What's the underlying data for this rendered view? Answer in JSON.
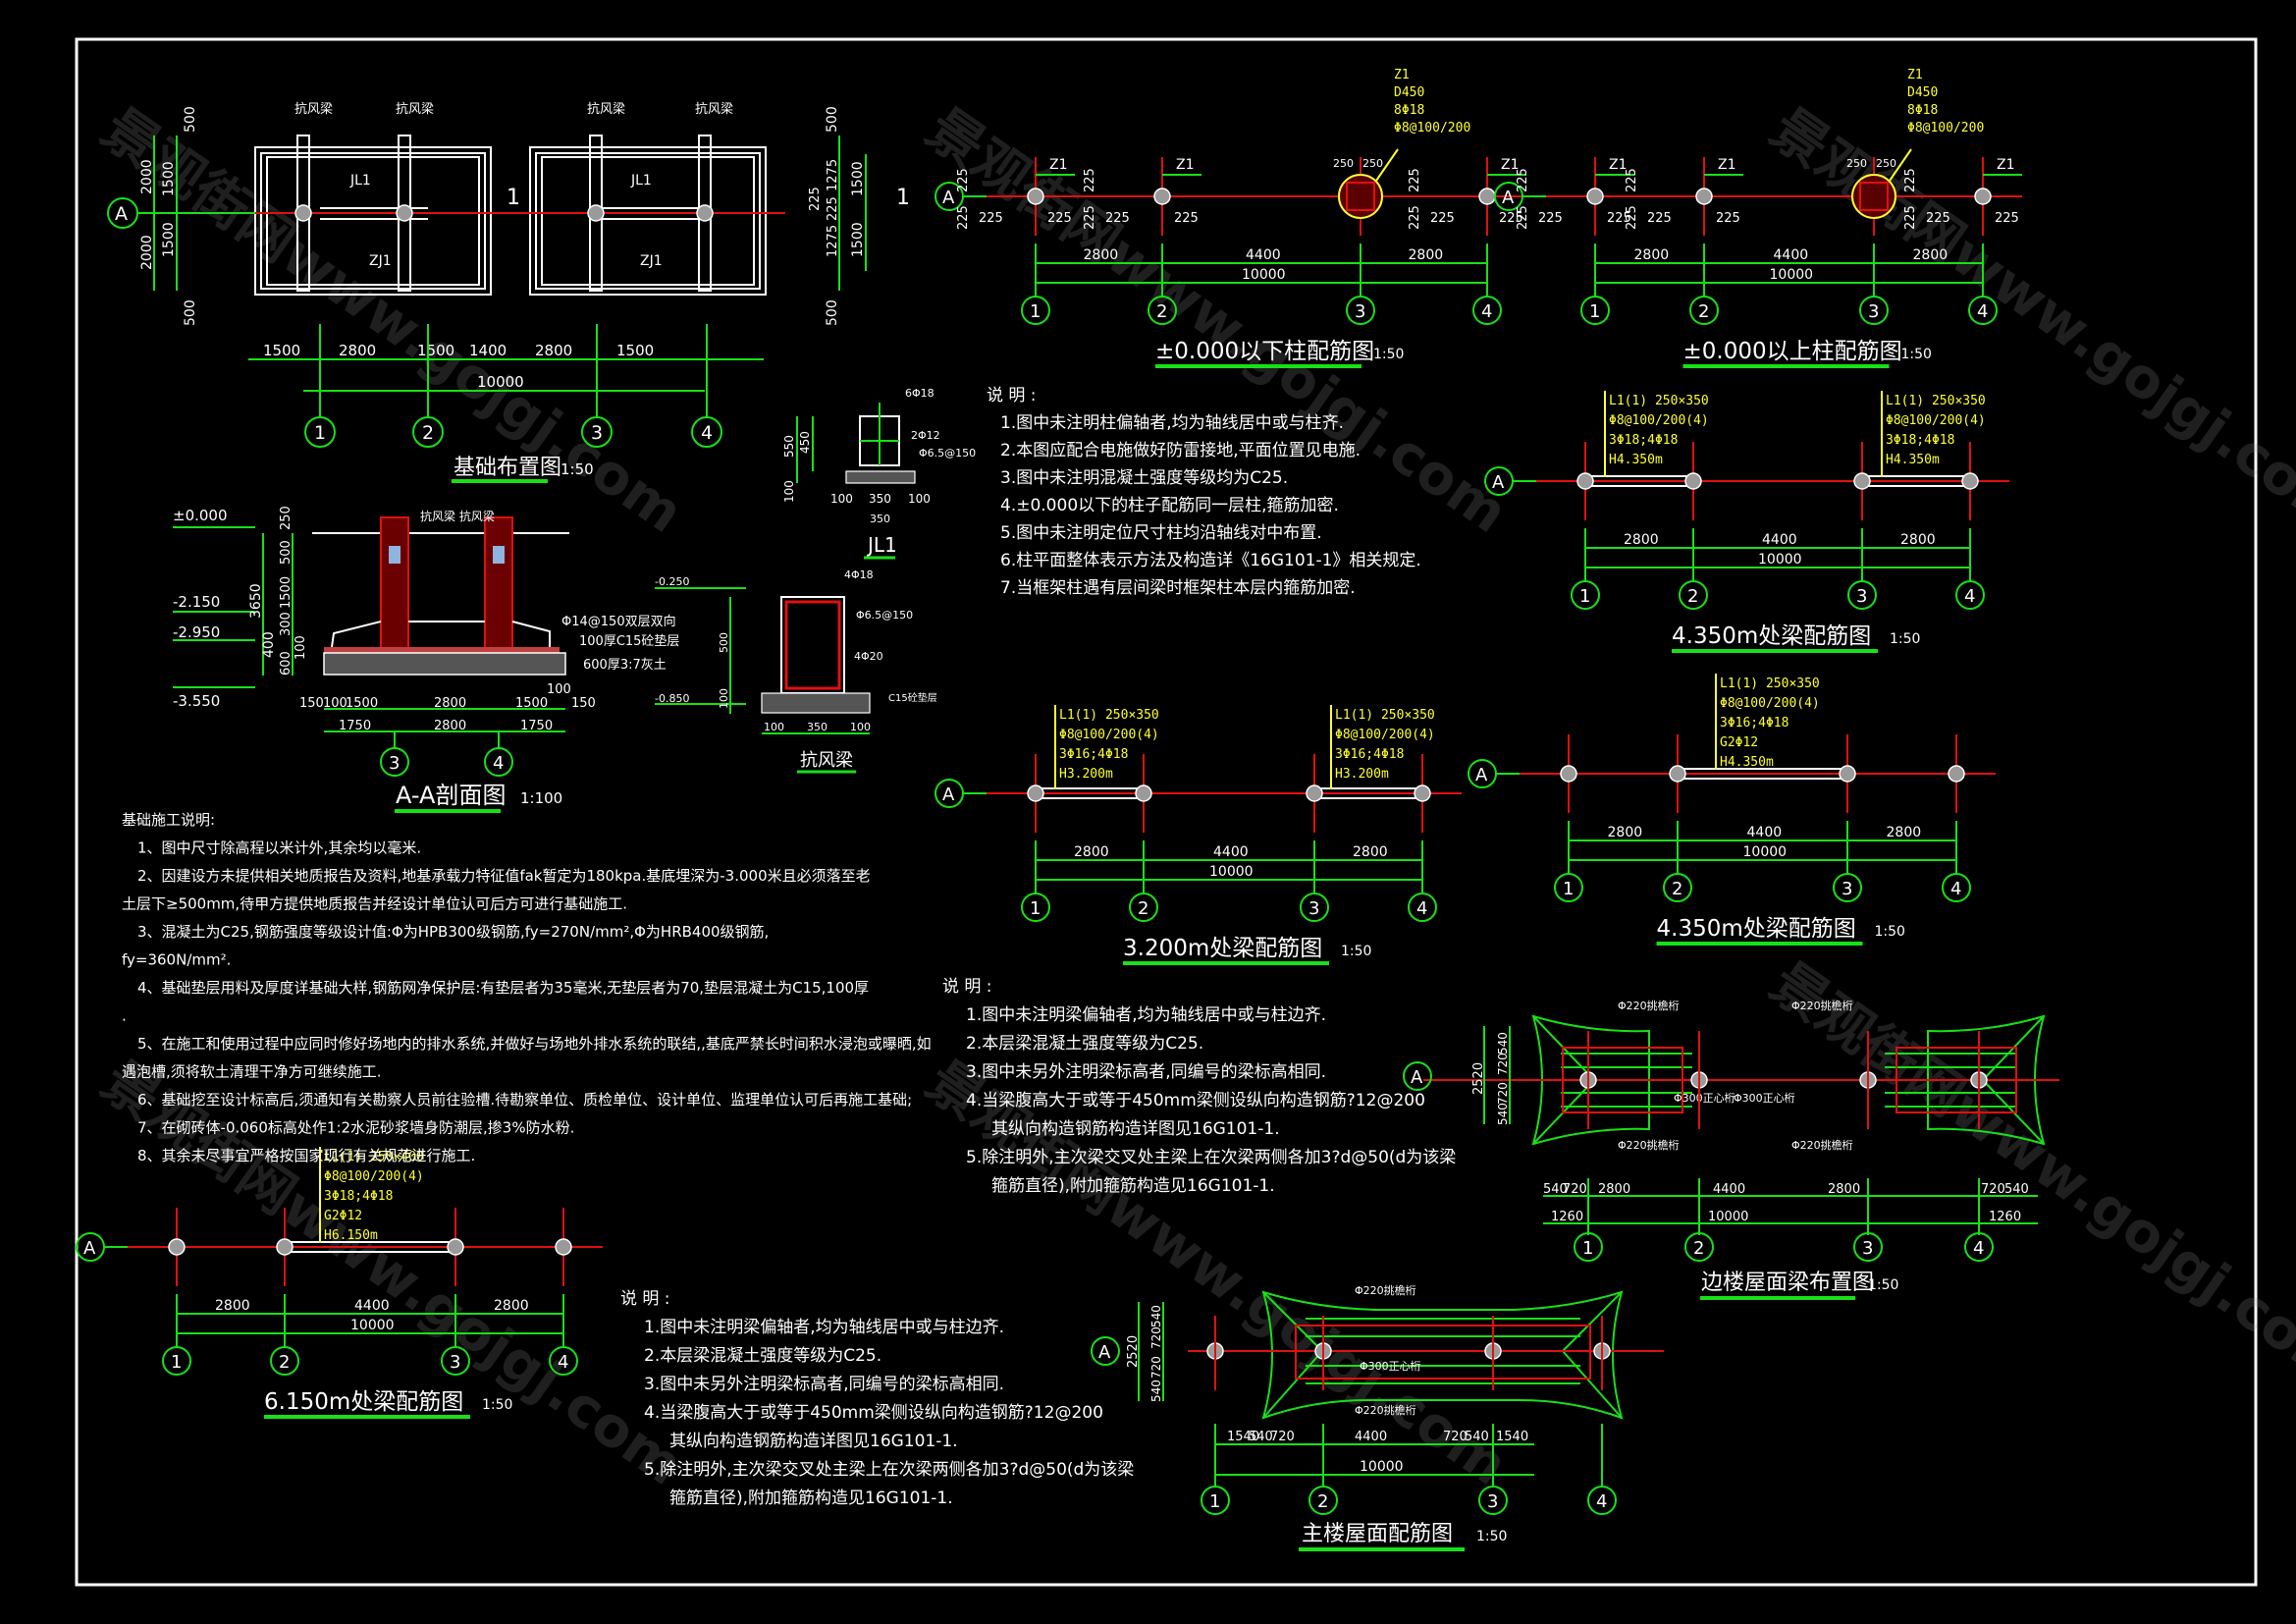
{
  "sheet": {
    "watermark": "景观街网www.gojgj.com",
    "border_color": "#ffffff",
    "background": "#000000"
  },
  "colors": {
    "axis": "#e01010",
    "dim": "#18e018",
    "outline": "#ffffff",
    "label": "#ffff33",
    "column": "#9a9a9a"
  },
  "axes": {
    "row": "A",
    "cols": [
      "1",
      "2",
      "3",
      "4"
    ]
  },
  "foundation_plan": {
    "title": "基础布置图",
    "scale": "1:50",
    "beam_tags": [
      "抗风梁",
      "抗风梁",
      "抗风梁",
      "抗风梁"
    ],
    "jl_label": "JL1",
    "zj_label": "ZJ1",
    "section_mark": "1",
    "dims_bottom": [
      "1500",
      "2800",
      "1500",
      "1400",
      "2800",
      "1500"
    ],
    "dim_total": "10000",
    "dims_left_outer": [
      "2000",
      "2000"
    ],
    "dims_left_inner": [
      "1500",
      "1500"
    ],
    "dims_left_end": [
      "500",
      "500"
    ],
    "dims_right_outer": [
      "1275",
      "225",
      "225",
      "1275"
    ],
    "dims_right_inner": [
      "1500",
      "1500"
    ],
    "dims_right_end": [
      "500",
      "500"
    ]
  },
  "section_aa": {
    "title": "A-A剖面图",
    "scale": "1:100",
    "levels": [
      "±0.000",
      "-2.150",
      "-2.950",
      "-3.550"
    ],
    "dims_v": [
      "250",
      "500",
      "1500",
      "300",
      "100",
      "600"
    ],
    "dim_v_total": "3650",
    "dim_v_400": "400",
    "beam_tag": "抗风梁 抗风梁",
    "notes": [
      "Φ14@150双层双向",
      "100厚C15砼垫层",
      "600厚3:7灰土"
    ],
    "dims_top": [
      "150",
      "100",
      "1500",
      "2800",
      "1500",
      "100",
      "150"
    ],
    "dims_bottom": [
      "1750",
      "2800",
      "1750"
    ],
    "axes": [
      "3",
      "4"
    ]
  },
  "jl1": {
    "title": "JL1",
    "rebar": [
      "6Φ18",
      "2Φ12",
      "Φ6.5@150"
    ],
    "dims_v": [
      "550",
      "450",
      "100"
    ],
    "dims_h": [
      "100",
      "350",
      "100"
    ]
  },
  "wind_beam": {
    "title": "抗风梁",
    "levels": [
      "-0.250",
      "-0.850"
    ],
    "rebar": [
      "4Φ18",
      "Φ6.5@150",
      "4Φ20"
    ],
    "pad": "C15砼垫层",
    "dims_v": [
      "500",
      "100"
    ],
    "dims_h": [
      "100",
      "350",
      "100"
    ]
  },
  "col_below": {
    "title": "±0.000以下柱配筋图",
    "scale": "1:50",
    "col_tag": "Z1",
    "detail": [
      "Z1",
      "D450",
      "8Φ18",
      "Φ8@100/200"
    ],
    "offsets": "225",
    "circle_dims": [
      "250",
      "250"
    ],
    "dims": [
      "2800",
      "4400",
      "2800"
    ],
    "total": "10000"
  },
  "col_above": {
    "title": "±0.000以上柱配筋图",
    "scale": "1:50",
    "col_tag": "Z1",
    "detail": [
      "Z1",
      "D450",
      "8Φ18",
      "Φ8@100/200"
    ],
    "offsets": "225",
    "circle_dims": [
      "250",
      "250"
    ],
    "dims": [
      "2800",
      "4400",
      "2800"
    ],
    "total": "10000"
  },
  "notes_columns": {
    "heading": "说 明 :",
    "items": [
      "1.图中未注明柱偏轴者,均为轴线居中或与柱齐.",
      "2.本图应配合电施做好防雷接地,平面位置见电施.",
      "3.图中未注明混凝土强度等级均为C25.",
      "4.±0.000以下的柱子配筋同一层柱,箍筋加密.",
      "5.图中未注明定位尺寸柱均沿轴线对中布置.",
      "6.柱平面整体表示方法及构造详《16G101-1》相关规定.",
      "7.当框架柱遇有层间梁时框架柱本层内箍筋加密."
    ]
  },
  "beam_435_a": {
    "title": "4.350m处梁配筋图",
    "scale": "1:50",
    "label": [
      "L1(1) 250×350",
      "Φ8@100/200(4)",
      "3Φ18;4Φ18",
      "H4.350m"
    ],
    "dims": [
      "2800",
      "4400",
      "2800"
    ],
    "total": "10000"
  },
  "beam_320": {
    "title": "3.200m处梁配筋图",
    "scale": "1:50",
    "label": [
      "L1(1) 250×350",
      "Φ8@100/200(4)",
      "3Φ16;4Φ18",
      "H3.200m"
    ],
    "dims": [
      "2800",
      "4400",
      "2800"
    ],
    "total": "10000"
  },
  "beam_435_b": {
    "title": "4.350m处梁配筋图",
    "scale": "1:50",
    "label": [
      "L1(1) 250×350",
      "Φ8@100/200(4)",
      "3Φ16;4Φ18",
      "G2Φ12",
      "H4.350m"
    ],
    "dims": [
      "2800",
      "4400",
      "2800"
    ],
    "total": "10000"
  },
  "beam_615": {
    "title": "6.150m处梁配筋图",
    "scale": "1:50",
    "label": [
      "L1(1) 250×400",
      "Φ8@100/200(4)",
      "3Φ18;4Φ18",
      "G2Φ12",
      "H6.150m"
    ],
    "dims": [
      "2800",
      "4400",
      "2800"
    ],
    "total": "10000"
  },
  "notes_foundation": {
    "heading": "基础施工说明:",
    "items": [
      "1、图中尺寸除高程以米计外,其余均以毫米.",
      "2、因建设方未提供相关地质报告及资料,地基承载力特征值fak暂定为180kpa.基底埋深为-3.000米且必须落至老",
      "土层下≥500mm,待甲方提供地质报告并经设计单位认可后方可进行基础施工.",
      "3、混凝土为C25,钢筋强度等级设计值:Φ为HPB300级钢筋,fy=270N/mm²,Φ为HRB400级钢筋,",
      "fy=360N/mm².",
      "4、基础垫层用料及厚度详基础大样,钢筋网净保护层:有垫层者为35毫米,无垫层者为70,垫层混凝土为C15,100厚",
      ".",
      "5、在施工和使用过程中应同时修好场地内的排水系统,并做好与场地外排水系统的联结,,基底严禁长时间积水浸泡或曝晒,如",
      "遇泡槽,须将软土清理干净方可继续施工.",
      "6、基础挖至设计标高后,须通知有关勘察人员前往验槽.待勘察单位、质检单位、设计单位、监理单位认可后再施工基础;",
      "7、在砌砖体-0.060标高处作1:2水泥砂浆墙身防潮层,掺3%防水粉.",
      "8、其余未尽事宜严格按国家现行有关规范进行施工."
    ]
  },
  "notes_beams_1": {
    "heading": "说 明 :",
    "items": [
      "1.图中未注明梁偏轴者,均为轴线居中或与柱边齐.",
      "2.本层梁混凝土强度等级为C25.",
      "3.图中未另外注明梁标高者,同编号的梁标高相同.",
      "4.当梁腹高大于或等于450mm梁侧设纵向构造钢筋?12@200",
      "其纵向构造钢筋构造详图见16G101-1.",
      "5.除注明外,主次梁交叉处主梁上在次梁两侧各加3?d@50(d为该梁",
      "箍筋直径),附加箍筋构造见16G101-1."
    ]
  },
  "notes_beams_2": {
    "heading": "说 明 :",
    "items": [
      "1.图中未注明梁偏轴者,均为轴线居中或与柱边齐.",
      "2.本层梁混凝土强度等级为C25.",
      "3.图中未另外注明梁标高者,同编号的梁标高相同.",
      "4.当梁腹高大于或等于450mm梁侧设纵向构造钢筋?12@200",
      "其纵向构造钢筋构造详图见16G101-1.",
      "5.除注明外,主次梁交叉处主梁上在次梁两侧各加3?d@50(d为该梁",
      "箍筋直径),附加箍筋构造见16G101-1."
    ]
  },
  "side_roof": {
    "title": "边楼屋面梁布置图",
    "scale": "1:50",
    "tags": [
      "Φ220挑檐桁",
      "Φ220挑檐桁",
      "Φ220挑檐桁",
      "Φ220挑檐桁",
      "Φ300正心桁",
      "Φ300正心桁"
    ],
    "dims_top": [
      "540",
      "720",
      "2800",
      "4400",
      "2800",
      "720",
      "540"
    ],
    "dims_bottom": [
      "1260",
      "10000",
      "1260"
    ],
    "dims_v": [
      "540",
      "720",
      "720",
      "540"
    ],
    "dim_v_total": "2520"
  },
  "main_roof": {
    "title": "主楼屋面配筋图",
    "scale": "1:50",
    "tags": [
      "Φ220挑檐桁",
      "Φ300正心桁",
      "Φ220挑檐桁"
    ],
    "dims_top": [
      "1540",
      "540",
      "720",
      "4400",
      "720",
      "540",
      "1540"
    ],
    "dim_total": "10000",
    "dims_v": [
      "540",
      "720",
      "720",
      "540"
    ],
    "dim_v_total": "2520"
  }
}
